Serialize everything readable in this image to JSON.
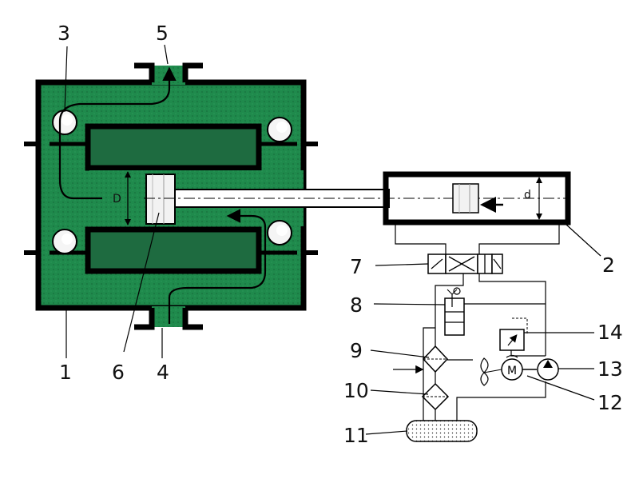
{
  "colors": {
    "body": "#1f8a4c",
    "core": "#1e6b40",
    "outline": "#000000",
    "piston": "#f2f2f2",
    "tank_fill": "#cfe8d8"
  },
  "labels": {
    "n1": "1",
    "n2": "2",
    "n3": "3",
    "n4": "4",
    "n5": "5",
    "n6": "6",
    "n7": "7",
    "n8": "8",
    "n9": "9",
    "n10": "10",
    "n11": "11",
    "n12": "12",
    "n13": "13",
    "n14": "14"
  },
  "dimensions": {
    "large_bore": "D",
    "small_bore": "d"
  },
  "motor": {
    "symbol": "M"
  }
}
